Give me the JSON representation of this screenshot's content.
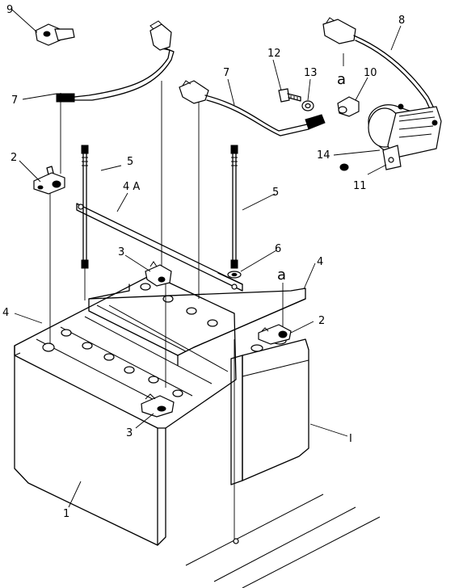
{
  "callouts": {
    "c1": "1",
    "c2a": "2",
    "c2b": "2",
    "c3a": "3",
    "c3b": "3",
    "c4a": "4",
    "c4b": "4",
    "c4A": "4 A",
    "c5a": "5",
    "c5b": "5",
    "c6": "6",
    "c7a": "7",
    "c7b": "7",
    "c8": "8",
    "c9": "9",
    "c10": "10",
    "c11": "11",
    "c12": "12",
    "c13": "13",
    "c14": "14",
    "cI": "I",
    "ref_a1": "a",
    "ref_a2": "a"
  }
}
